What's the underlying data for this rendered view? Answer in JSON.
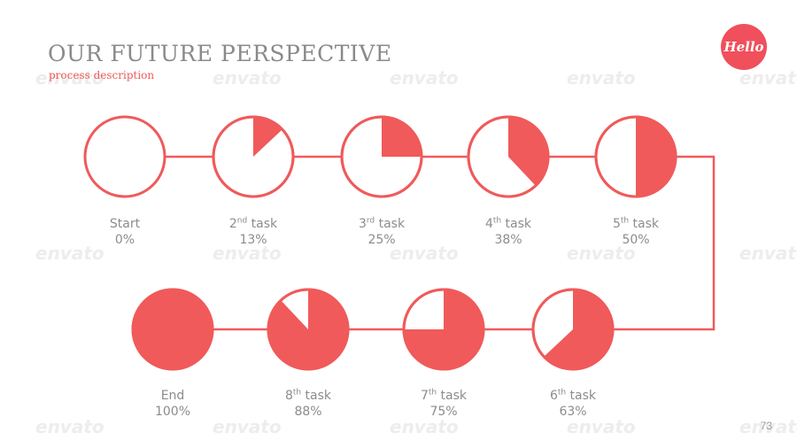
{
  "title": "OUR FUTURE PERSPECTIVE",
  "subtitle": "process description",
  "logo_text": "Hello",
  "page_number": "73",
  "watermark_text": "envato",
  "colors": {
    "accent": "#f05a5a",
    "text": "#8c8c8c"
  },
  "steps": [
    {
      "name": "Start",
      "ordinal": "",
      "suffix": "",
      "percent_label": "0%",
      "fraction": 0
    },
    {
      "name": "task",
      "ordinal": "2",
      "suffix": "nd",
      "percent_label": "13%",
      "fraction": 0.13
    },
    {
      "name": "task",
      "ordinal": "3",
      "suffix": "rd",
      "percent_label": "25%",
      "fraction": 0.25
    },
    {
      "name": "task",
      "ordinal": "4",
      "suffix": "th",
      "percent_label": "38%",
      "fraction": 0.38
    },
    {
      "name": "task",
      "ordinal": "5",
      "suffix": "th",
      "percent_label": "50%",
      "fraction": 0.5
    },
    {
      "name": "task",
      "ordinal": "6",
      "suffix": "th",
      "percent_label": "63%",
      "fraction": 0.63
    },
    {
      "name": "task",
      "ordinal": "7",
      "suffix": "th",
      "percent_label": "75%",
      "fraction": 0.75
    },
    {
      "name": "task",
      "ordinal": "8",
      "suffix": "th",
      "percent_label": "88%",
      "fraction": 0.88
    },
    {
      "name": "End",
      "ordinal": "",
      "suffix": "",
      "percent_label": "100%",
      "fraction": 1
    }
  ]
}
